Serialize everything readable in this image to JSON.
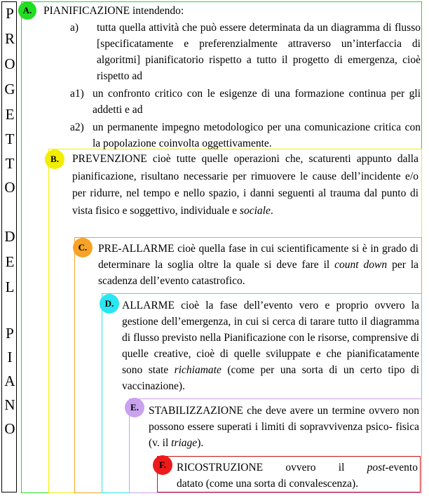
{
  "vertical_title": {
    "letters": [
      "P",
      "R",
      "O",
      "G",
      "E",
      "T",
      "T",
      "O",
      "",
      "D",
      "E",
      "L",
      "",
      "P",
      "I",
      "A",
      "N",
      "O"
    ]
  },
  "sections": {
    "a": {
      "badge": "A.",
      "color": "#22dd22",
      "heading": "PIANIFICAZIONE intendendo:",
      "items": [
        {
          "label": "a)",
          "text": "tutta quella attività che può essere determinata da un diagramma di flusso [specificatamente e preferenzialmente attraverso  un’interfaccia di algoritmi] pianificatorio rispetto a tutto il progetto di emergenza, cioè rispetto ad"
        },
        {
          "label": "a1)",
          "text": "un confronto critico con le esigenze di una formazione continua per gli addetti e ad"
        },
        {
          "label": "a2)",
          "text": "un permanente impegno metodologico per una comunicazione critica con la popolazione coinvolta oggettivamente."
        }
      ]
    },
    "b": {
      "badge": "B.",
      "color": "#f2ee00",
      "text": "PREVENZIONE cioè tutte quelle operazioni che, scaturenti appunto dalla pianificazione, risultano necessarie per rimuovere le cause dell’incidente e/o per ridurre, nel tempo e nello spazio, i danni seguenti al trauma dal punto di vista fisico e soggettivo, individuale e ",
      "italic": "sociale",
      "end": "."
    },
    "c": {
      "badge": "C.",
      "color": "#f7a325",
      "text": "PRE-ALLARME cioè quella fase in cui scientificamente si è in grado di determinare la soglia oltre la quale si deve fare il ",
      "italic": "count down",
      "end": " per la scadenza dell’evento catastrofico."
    },
    "d": {
      "badge": "D.",
      "color": "#29e6f0",
      "text": "ALLARME cioè la fase dell’evento vero e proprio ovvero la gestione dell’emergenza, in cui si cerca di tarare tutto il diagramma di flusso previsto nella Pianificazione con le risorse, comprensive di quelle creative, cioè di quelle sviluppate e che pianificatamente sono state ",
      "italic": "richiamate",
      "end": " (come per una sorta di un certo tipo di vaccinazione)."
    },
    "e": {
      "badge": "E.",
      "color": "#c9a2ef",
      "text": "STABILIZZAZIONE che deve avere un termine ovvero non possono essere superati i limiti di sopravvivenza psico- fisica (v. il ",
      "italic": "triage",
      "end": ")."
    },
    "f": {
      "badge": "F.",
      "color": "#ee1b1b",
      "text1": "RICOSTRUZIONE ovvero il ",
      "italic": "post-",
      "text2": "evento",
      "line2": "datato (come una sorta di convalescenza)."
    }
  }
}
